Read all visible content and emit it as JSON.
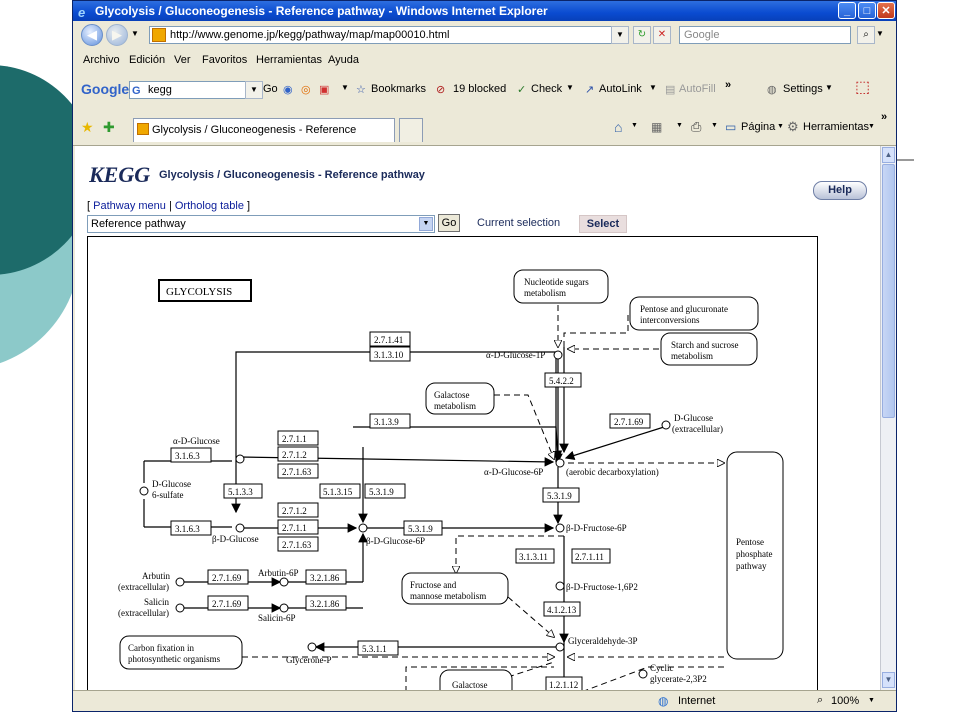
{
  "window": {
    "title": "Glycolysis / Gluconeogenesis - Reference pathway - Windows Internet Explorer",
    "address": "http://www.genome.jp/kegg/pathway/map/map00010.html",
    "search_placeholder": "Google"
  },
  "menubar": [
    "Archivo",
    "Edición",
    "Ver",
    "Favoritos",
    "Herramientas",
    "Ayuda"
  ],
  "google_toolbar": {
    "logo": "Google",
    "query": "kegg",
    "go": "Go",
    "bookmarks": "Bookmarks",
    "blocked": "19 blocked",
    "check": "Check",
    "autolink": "AutoLink",
    "autofill": "AutoFill",
    "more": "»",
    "settings": "Settings"
  },
  "tabs": {
    "active": "Glycolysis / Gluconeogenesis - Reference pathway",
    "more": "»",
    "page": "Página",
    "tools": "Herramientas"
  },
  "page": {
    "logo": "KEGG",
    "title": "Glycolysis / Gluconeogenesis - Reference pathway",
    "help": "Help",
    "open_bracket": "[",
    "close_bracket": "]",
    "link_sep": "|",
    "pathway_menu": "Pathway menu",
    "ortholog_table": "Ortholog table",
    "dropdown": "Reference pathway",
    "go": "Go",
    "current_selection": "Current selection",
    "select": "Select"
  },
  "map": {
    "heading": "GLYCOLYSIS",
    "enzymes": {
      "e2_7_1_41": "2.7.1.41",
      "e3_1_3_10": "3.1.3.10",
      "e5_4_2_2": "5.4.2.2",
      "e3_1_3_9": "3.1.3.9",
      "e2_7_1_69_glc": "2.7.1.69",
      "e3_1_6_3_a": "3.1.6.3",
      "e3_1_6_3_b": "3.1.6.3",
      "e2_7_1_1_a": "2.7.1.1",
      "e2_7_1_2_a": "2.7.1.2",
      "e2_7_1_63_a": "2.7.1.63",
      "e5_1_3_3": "5.1.3.3",
      "e5_1_3_15": "5.1.3.15",
      "e5_3_1_9_a": "5.3.1.9",
      "e2_7_1_2_b": "2.7.1.2",
      "e2_7_1_1_b": "2.7.1.1",
      "e2_7_1_63_b": "2.7.1.63",
      "e5_3_1_9_b": "5.3.1.9",
      "e5_3_1_9_c": "5.3.1.9",
      "e3_1_3_11": "3.1.3.11",
      "e2_7_1_11": "2.7.1.11",
      "e2_7_1_69_arb": "2.7.1.69",
      "e3_2_1_86_a": "3.2.1.86",
      "e2_7_1_69_sal": "2.7.1.69",
      "e3_2_1_86_b": "3.2.1.86",
      "e4_1_2_13": "4.1.2.13",
      "e5_3_1_1": "5.3.1.1",
      "e1_2_1_12": "1.2.1.12"
    },
    "compounds": {
      "glucose_1p": "α-D-Glucose-1P",
      "alpha_glucose": "α-D-Glucose",
      "glucose_6_sulfate_1": "D-Glucose",
      "glucose_6_sulfate_2": "6-sulfate",
      "beta_glucose": "β-D-Glucose",
      "beta_glucose_6p": "β-D-Glucose-6P",
      "alpha_glucose_6p": "α-D-Glucose-6P",
      "aerobic": "(aerobic decarboxylation)",
      "d_glucose_ext_1": "D-Glucose",
      "d_glucose_ext_2": "(extracellular)",
      "fructose_6p": "β-D-Fructose-6P",
      "fructose_16p2": "β-D-Fructose-1,6P2",
      "arbutin_1": "Arbutin",
      "arbutin_2": "(extracellular)",
      "arbutin_6p": "Arbutin-6P",
      "salicin_1": "Salicin",
      "salicin_2": "(extracellular)",
      "salicin_6p": "Salicin-6P",
      "glyceraldehyde_3p": "Glyceraldehyde-3P",
      "glycerone_p": "Glycerone-P",
      "cyclic_1": "Cyclic",
      "cyclic_2": "glycerate-2,3P2"
    },
    "pathways": {
      "nucleotide_1": "Nucleotide sugars",
      "nucleotide_2": "metabolism",
      "pentose_gluc_1": "Pentose and glucuronate",
      "pentose_gluc_2": "interconversions",
      "starch_1": "Starch and sucrose",
      "starch_2": "metabolism",
      "galactose_1": "Galactose",
      "galactose_2": "metabolism",
      "fructose_1": "Fructose and",
      "fructose_2": "mannose metabolism",
      "carbon_1": "Carbon fixation in",
      "carbon_2": "photosynthetic organisms",
      "ppp_1": "Pentose",
      "ppp_2": "phosphate",
      "ppp_3": "pathway",
      "galactose_bottom": "Galactose"
    }
  },
  "statusbar": {
    "zone": "Internet",
    "zoom": "100%"
  }
}
